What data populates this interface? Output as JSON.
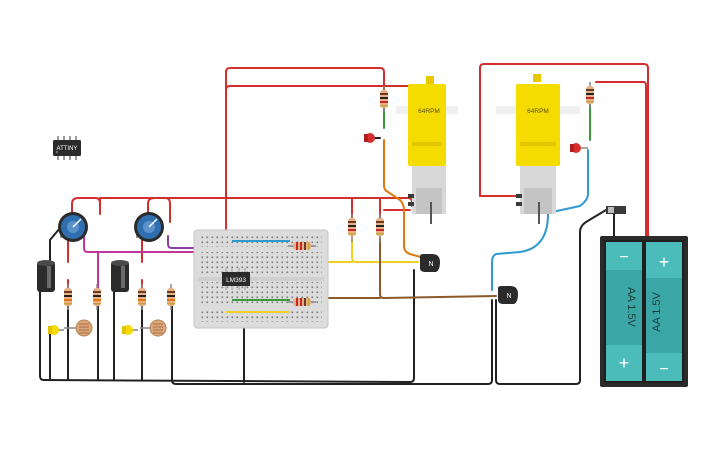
{
  "components": {
    "microcontroller": {
      "label": "ATTINY"
    },
    "comparator": {
      "label": "LM393"
    },
    "motor_left": {
      "label": "64RPM"
    },
    "motor_right": {
      "label": "64RPM"
    },
    "transistor_left": {
      "label": "N"
    },
    "transistor_right": {
      "label": "N"
    },
    "battery_pack": {
      "cell_left": {
        "label": "AA 1.5V",
        "top_sign": "−",
        "bottom_sign": "+"
      },
      "cell_right": {
        "label": "AA 1.5V",
        "top_sign": "+",
        "bottom_sign": "−"
      }
    }
  },
  "colors": {
    "wire_red": "#d32f2f",
    "wire_black": "#222222",
    "wire_orange": "#e07a10",
    "wire_yellow": "#f2d020",
    "wire_brown": "#8a5a2b",
    "wire_blue": "#2d9ad0",
    "wire_green": "#3a9a3a",
    "wire_purple": "#8b3fa0",
    "wire_magenta": "#c2369c",
    "motor_yellow": "#f5dc00",
    "battery_teal": "#3aa7a6",
    "battery_case": "#2b2b2b",
    "breadboard": "#dcdcdc",
    "pot_blue": "#2f6fb0"
  }
}
